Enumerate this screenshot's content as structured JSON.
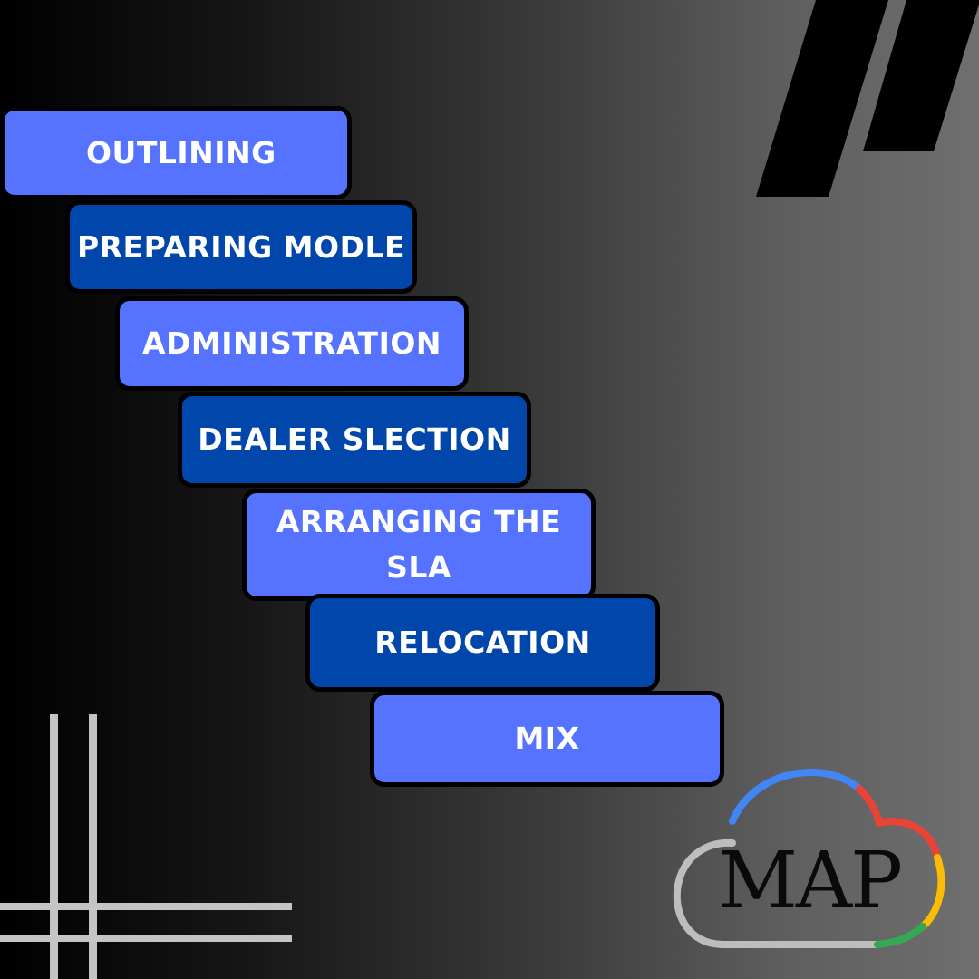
{
  "steps": [
    {
      "label": "OUTLINING",
      "variant": "light"
    },
    {
      "label": "PREPARING MODLE",
      "variant": "dark"
    },
    {
      "label": "ADMINISTRATION",
      "variant": "light"
    },
    {
      "label": "DEALER SLECTION",
      "variant": "dark"
    },
    {
      "label": "ARRANGING THE SLA",
      "variant": "light"
    },
    {
      "label": "RELOCATION",
      "variant": "dark"
    },
    {
      "label": "MIX",
      "variant": "light"
    }
  ],
  "logo": {
    "text": "MAP",
    "colors": {
      "blue": "#4285f4",
      "red": "#ea4335",
      "yellow": "#fbbc05",
      "green": "#34a853",
      "grey": "#bdbdbd"
    }
  },
  "colors": {
    "step_light": "#5573ff",
    "step_dark": "#0046ab",
    "stripe": "#000000",
    "lines": "#bfbfbf"
  }
}
